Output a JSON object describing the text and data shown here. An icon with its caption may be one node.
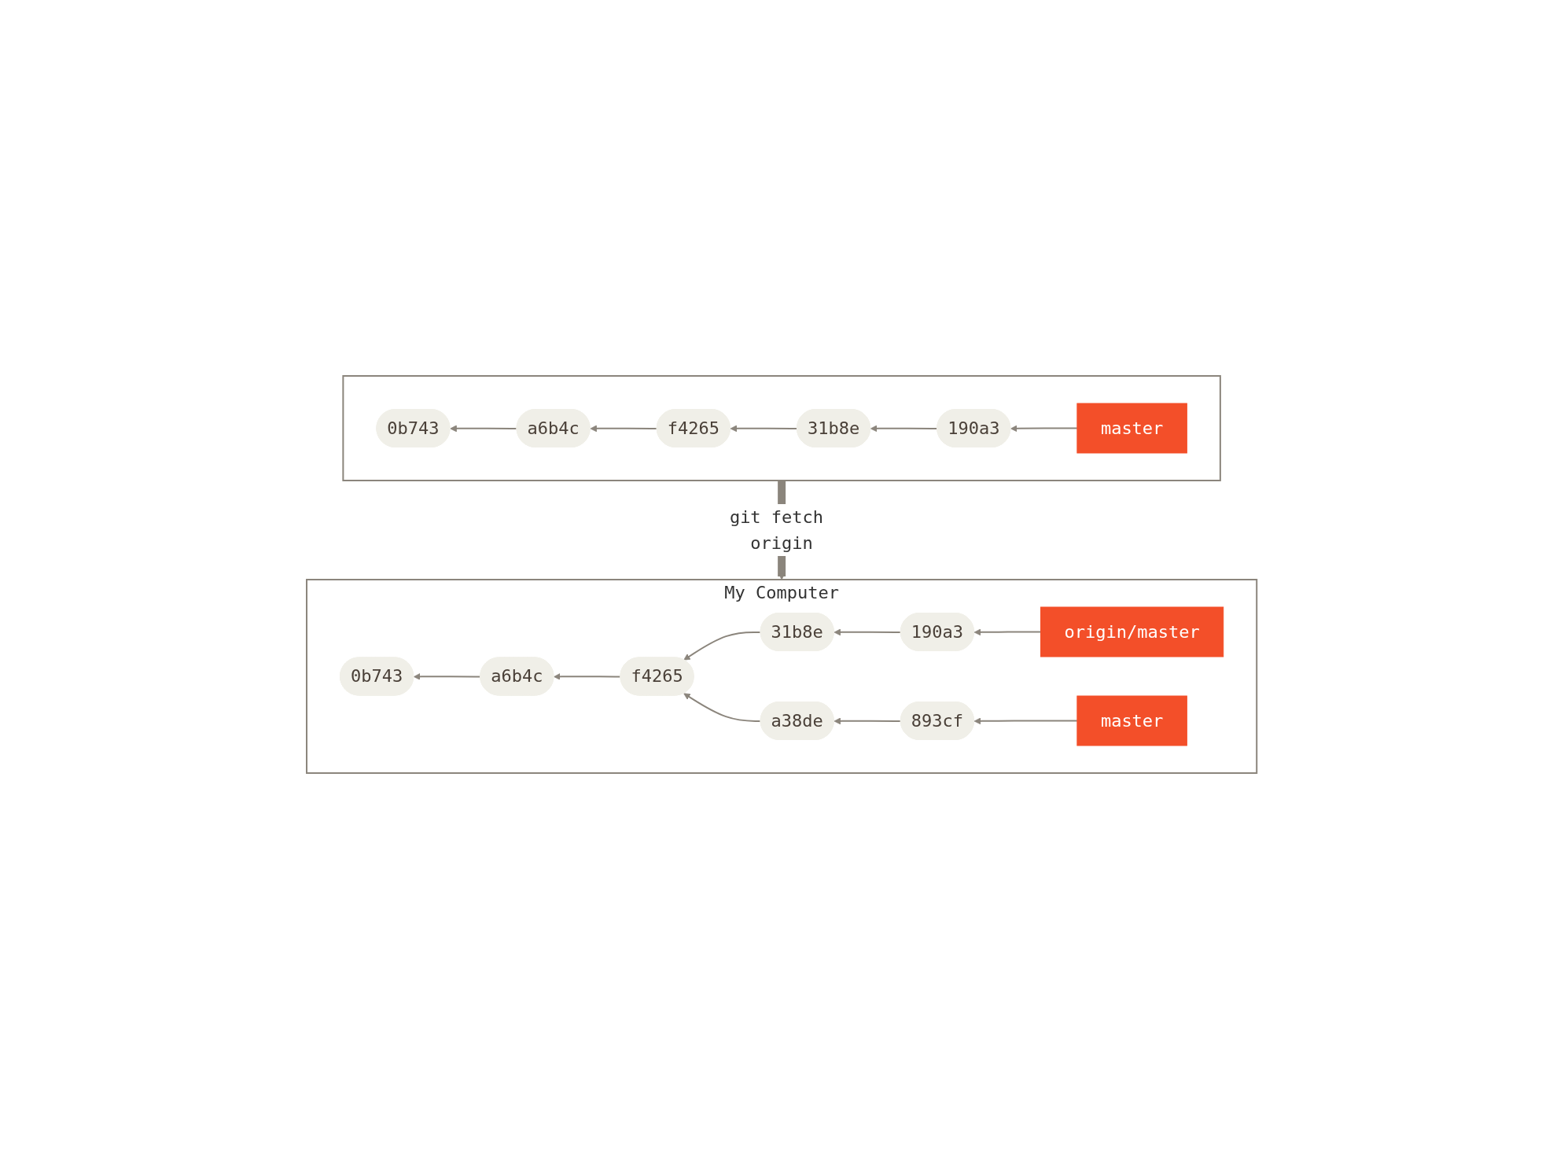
{
  "diagram": {
    "nodes": [
      {
        "text": [],
        "shape": "box"
      },
      {
        "text": [
          "master"
        ],
        "in": 0
      },
      {
        "text": [
          "0b743"
        ],
        "in": 0
      },
      {
        "text": [
          "a6b4c"
        ],
        "in": 0
      },
      {
        "text": [
          "f4265"
        ],
        "in": 0
      },
      {
        "text": [
          "31b8e"
        ],
        "in": 0
      },
      {
        "text": [
          "190a3"
        ],
        "in": 0
      },
      {
        "text": [
          "My Computer"
        ]
      },
      {
        "text": [
          "origin/master"
        ],
        "in": 7
      },
      {
        "text": [
          "0b743"
        ],
        "in": 7
      },
      {
        "text": [
          "a6b4c"
        ],
        "in": 7
      },
      {
        "text": [
          "f4265"
        ],
        "in": 7
      },
      {
        "text": [
          "31b8e"
        ],
        "in": 7
      },
      {
        "text": [
          "190a3"
        ],
        "in": 7
      },
      {
        "text": [
          "a38de"
        ],
        "in": 7
      },
      {
        "text": [
          "893cf"
        ],
        "in": 7
      },
      {
        "text": [
          "master"
        ],
        "in": 7
      }
    ],
    "edges": [
      {
        "from": 1,
        "to": 6,
        "arrow": "to"
      },
      {
        "from": 6,
        "to": 5,
        "arrow": "to"
      },
      {
        "from": 5,
        "to": 4,
        "arrow": "to"
      },
      {
        "from": 4,
        "to": 3,
        "arrow": "to"
      },
      {
        "from": 3,
        "to": 2,
        "arrow": "to"
      },
      {
        "from": 0,
        "to": 7,
        "arrow": "to",
        "label": "git fetch origin",
        "style": "thick"
      },
      {
        "from": 8,
        "to": 13,
        "arrow": "to"
      },
      {
        "from": 13,
        "to": 12,
        "arrow": "to"
      },
      {
        "from": 12,
        "to": 11,
        "arrow": "to"
      },
      {
        "from": 11,
        "to": 10,
        "arrow": "to"
      },
      {
        "from": 10,
        "to": 9,
        "arrow": "to"
      },
      {
        "from": 14,
        "to": 11,
        "arrow": "to"
      },
      {
        "from": 15,
        "to": 14,
        "arrow": "to"
      },
      {
        "from": 16,
        "to": 15,
        "arrow": "to"
      }
    ]
  }
}
